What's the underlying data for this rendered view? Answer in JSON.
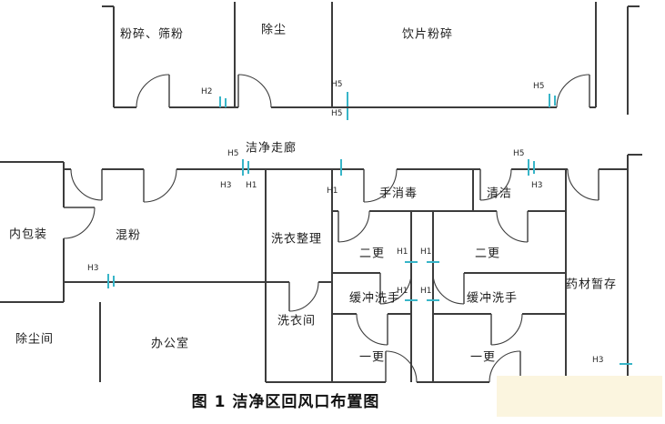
{
  "figure": {
    "caption": "图 1 洁净区回风口布置图",
    "corridor_label": "洁净走廊"
  },
  "rooms": [
    {
      "id": "fensui-shaifen",
      "label": "粉碎、筛粉"
    },
    {
      "id": "chuchen",
      "label": "除尘"
    },
    {
      "id": "yinpian-fensui",
      "label": "饮片粉碎"
    },
    {
      "id": "neibaozhuang",
      "label": "内包装"
    },
    {
      "id": "hunfen",
      "label": "混粉"
    },
    {
      "id": "xiyi-zhengli",
      "label": "洗衣整理"
    },
    {
      "id": "shou-xiaodu",
      "label": "手消毒"
    },
    {
      "id": "qingjie",
      "label": "清洁"
    },
    {
      "id": "ergeng-left",
      "label": "二更"
    },
    {
      "id": "ergeng-right",
      "label": "二更"
    },
    {
      "id": "huanchong-xishou-left",
      "label": "缓冲洗手"
    },
    {
      "id": "huanchong-xishou-right",
      "label": "缓冲洗手"
    },
    {
      "id": "yaocai-zancun",
      "label": "药材暂存"
    },
    {
      "id": "chuchen-jian",
      "label": "除尘间"
    },
    {
      "id": "bangongshi",
      "label": "办公室"
    },
    {
      "id": "xiyijian",
      "label": "洗衣间"
    },
    {
      "id": "yigeng-left",
      "label": "一更"
    },
    {
      "id": "yigeng-right",
      "label": "一更"
    }
  ],
  "markers": [
    {
      "label": "H2"
    },
    {
      "label": "H5"
    },
    {
      "label": "H5"
    },
    {
      "label": "H5"
    },
    {
      "label": "H5"
    },
    {
      "label": "H3"
    },
    {
      "label": "H1"
    },
    {
      "label": "H1"
    },
    {
      "label": "H5"
    },
    {
      "label": "H3"
    },
    {
      "label": "H3"
    },
    {
      "label": "H1"
    },
    {
      "label": "H1"
    },
    {
      "label": "H1"
    },
    {
      "label": "H1"
    },
    {
      "label": "H3"
    }
  ],
  "colors": {
    "wall": "#3c3c3c",
    "marker-tick": "#38b5c8",
    "label-text": "#1c1c1c",
    "watermark": "#fbf5df",
    "background": "#ffffff"
  }
}
